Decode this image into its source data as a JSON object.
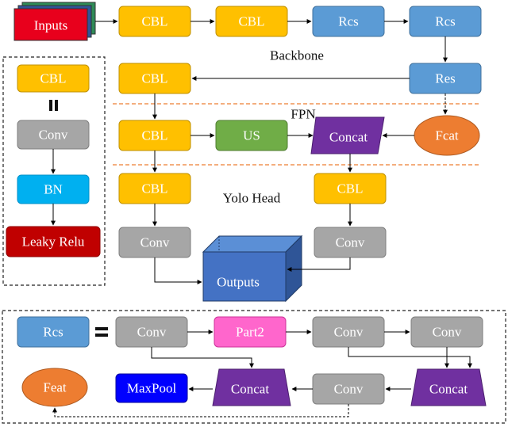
{
  "colors": {
    "cbl": "#FFC000",
    "rcs": "#5B9BD5",
    "conv": "#A6A6A6",
    "bn": "#00B0F0",
    "leaky": "#C00000",
    "us": "#70AD47",
    "concat": "#7030A0",
    "feat": "#ED7D31",
    "part2": "#FF66CC",
    "maxpool": "#0000FF",
    "inputs": "#E8001C",
    "outputs": "#4472C4",
    "dashed_divider": "#ED7D31",
    "border": "#333333"
  },
  "inputs": "Inputs",
  "backbone_caption": "Backbone",
  "fpn_caption": "FPN",
  "yolo_head_caption": "Yolo Head",
  "outputs": "Outputs",
  "legend_cbl": {
    "cbl": "CBL",
    "equals": "=",
    "conv": "Conv",
    "bn": "BN",
    "leaky": "Leaky Relu"
  },
  "backbone": {
    "cbl1": "CBL",
    "cbl2": "CBL",
    "rcs1": "Rcs",
    "rcs2": "Rcs",
    "res": "Res",
    "cbl3": "CBL"
  },
  "fpn": {
    "cbl": "CBL",
    "us": "US",
    "concat": "Concat",
    "feat": "Fcat"
  },
  "head": {
    "cbl_left": "CBL",
    "cbl_right": "CBL",
    "conv_left": "Conv",
    "conv_right": "Conv"
  },
  "rcs_def": {
    "rcs": "Rcs",
    "equals": "=",
    "conv1": "Conv",
    "part2": "Part2",
    "conv2": "Conv",
    "conv3": "Conv",
    "concat_right": "Concat",
    "conv4": "Conv",
    "concat_left": "Concat",
    "maxpool": "MaxPool",
    "feat": "Feat"
  }
}
